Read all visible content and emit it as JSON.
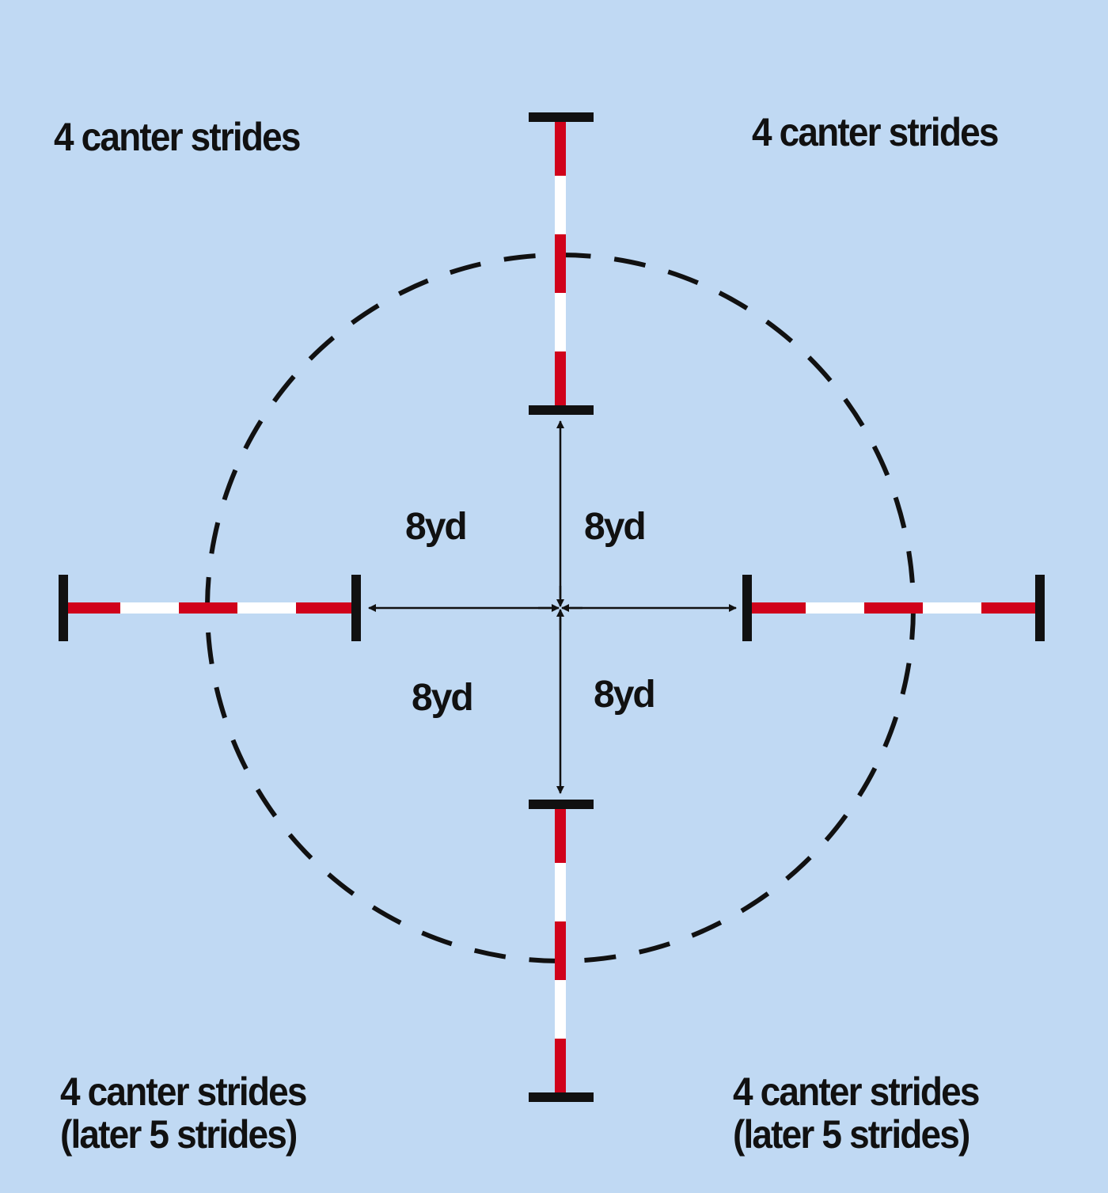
{
  "colors": {
    "background": "#c0d9f3",
    "pole_red": "#d0021b",
    "pole_white": "#ffffff",
    "wing_black": "#111111",
    "circle_dash": "#111111",
    "text": "#111111"
  },
  "labels": {
    "top_left": {
      "line1": "4 canter strides"
    },
    "top_right": {
      "line1": "4 canter strides"
    },
    "bottom_left": {
      "line1": "4 canter strides",
      "line2": "(later 5 strides)"
    },
    "bottom_right": {
      "line1": "4 canter strides",
      "line2": "(later 5 strides)"
    }
  },
  "distances": {
    "upper_left": "8yd",
    "upper_right": "8yd",
    "lower_left": "8yd",
    "lower_right": "8yd"
  }
}
